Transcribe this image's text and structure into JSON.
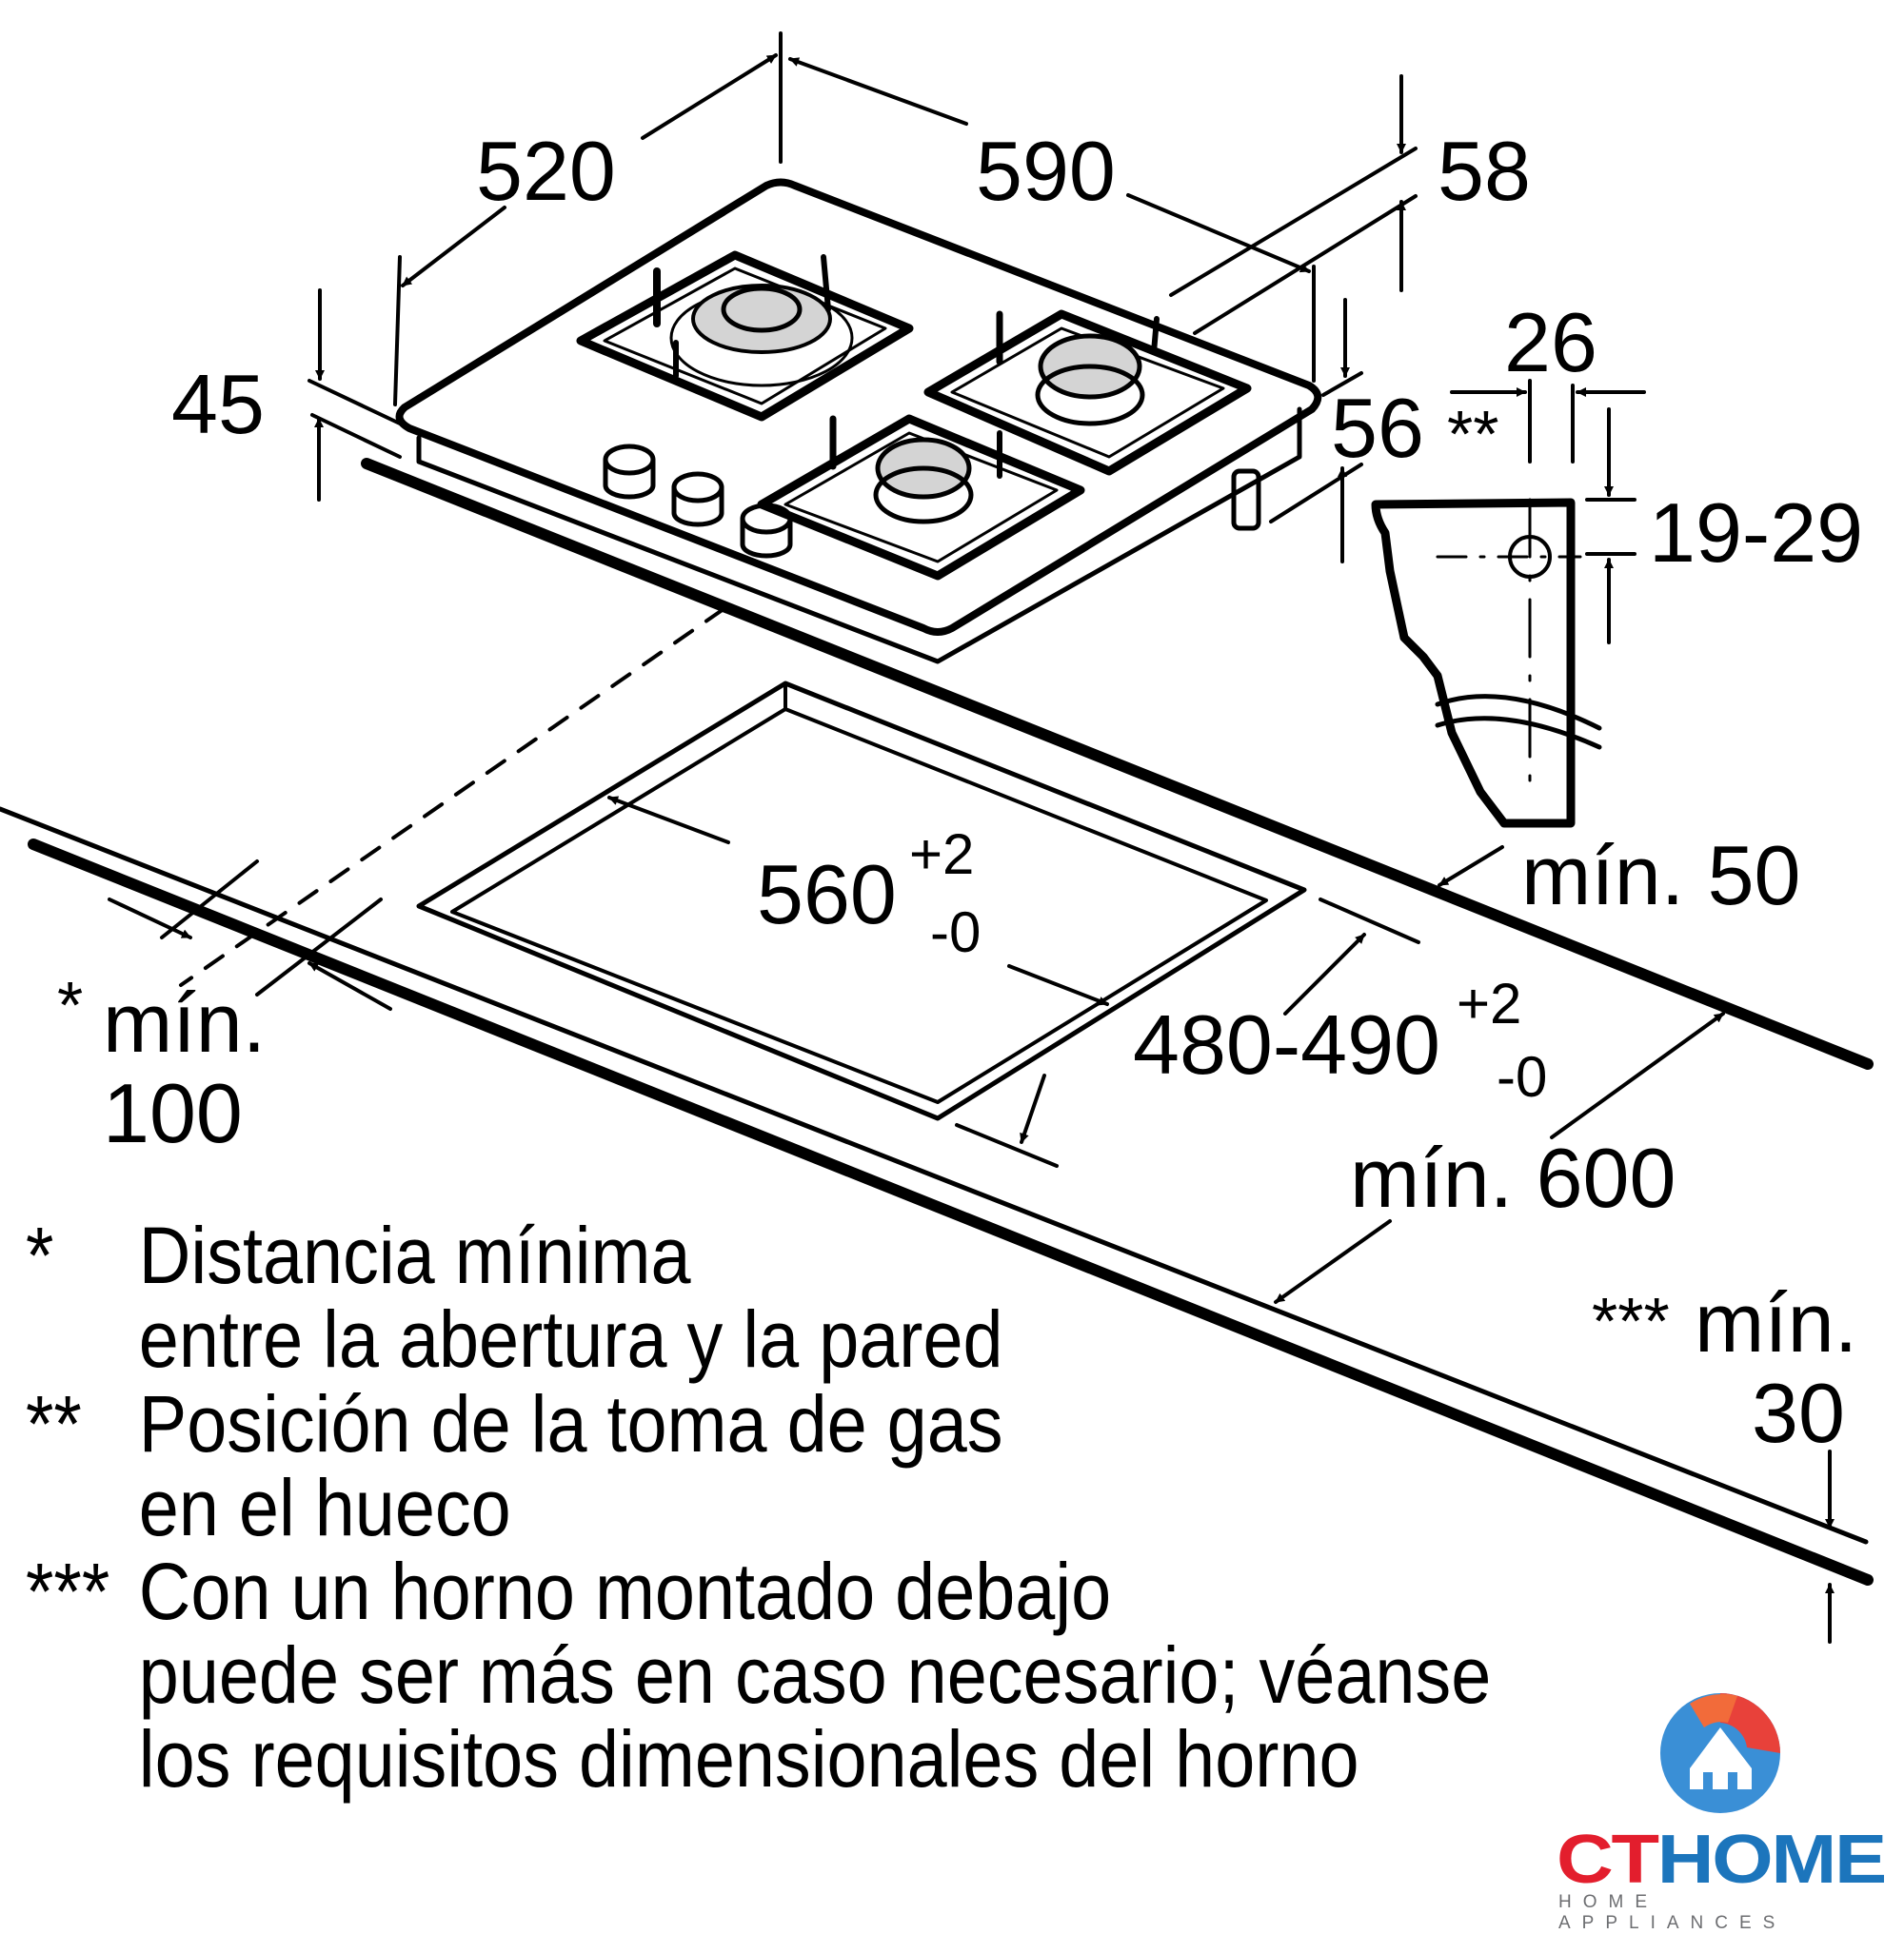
{
  "dimensions": {
    "width_520": "520",
    "depth_590": "590",
    "height_58": "58",
    "height_45": "45",
    "offset_56": "56",
    "gas_26": "26",
    "gas_19_29": "19-29",
    "gas_marker": "**",
    "cutout_560": "560",
    "cutout_560_tol_plus": "+2",
    "cutout_560_tol_minus": "-0",
    "cutout_480_490": "480-490",
    "cutout_480_tol_plus": "+2",
    "cutout_480_tol_minus": "-0",
    "min_50": "mín. 50",
    "min_100_marker": "*",
    "min_100_label": "mín.",
    "min_100_value": "100",
    "min_600": "mín. 600",
    "min_30_marker": "***",
    "min_30_label": "mín.",
    "min_30_value": "30"
  },
  "notes": [
    {
      "mark": "*",
      "lines": [
        "Distancia mínima",
        "entre la abertura y la pared"
      ]
    },
    {
      "mark": "**",
      "lines": [
        "Posición de la toma de gas",
        "en el hueco"
      ]
    },
    {
      "mark": "***",
      "lines": [
        "Con un horno montado debajo",
        "puede ser más en caso necesario; véanse",
        "los requisitos dimensionales del horno"
      ]
    }
  ],
  "logo": {
    "word_ct": "CT",
    "word_home": "HOME",
    "subtitle": "HOME APPLIANCES",
    "colors": {
      "ct_red": "#e31e2d",
      "home_blue": "#1c75bc",
      "sub_gray": "#6d6e71",
      "orb_orange": "#f26b3a",
      "orb_blue": "#3a8fd6"
    }
  },
  "colors": {
    "line": "#000000",
    "burner_fill": "#d4d4d4",
    "background": "#ffffff"
  }
}
